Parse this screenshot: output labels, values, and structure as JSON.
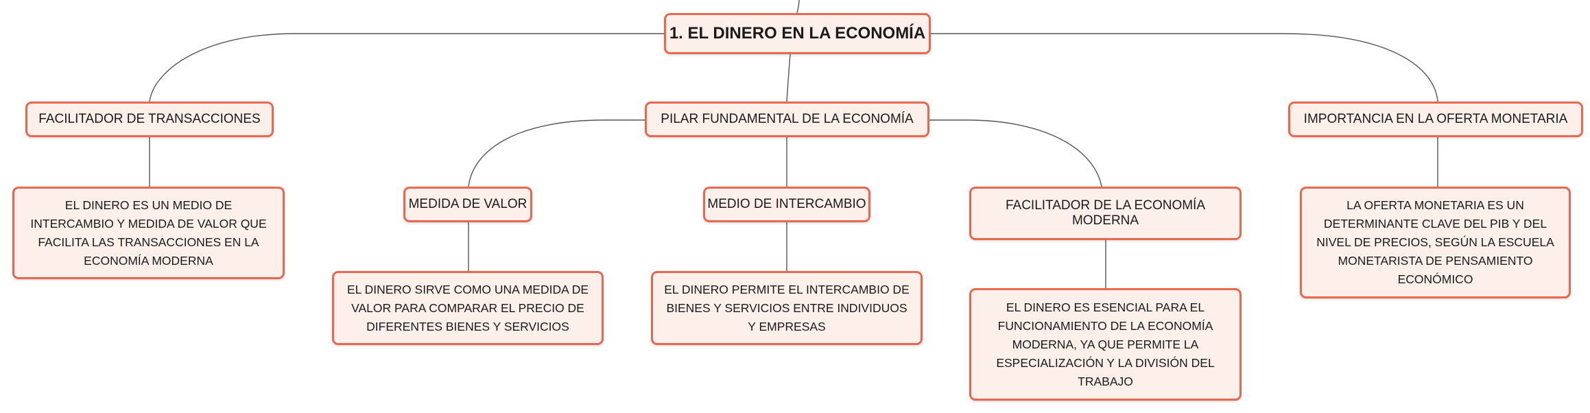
{
  "colors": {
    "node_border": "#e8674f",
    "node_fill": "#fdf0ea",
    "connector": "#555555"
  },
  "root": {
    "label": "1. EL DINERO EN LA ECONOMÍA"
  },
  "branches": {
    "transacciones": {
      "label": "FACILITADOR DE TRANSACCIONES",
      "detail": "EL DINERO ES UN MEDIO DE INTERCAMBIO Y MEDIDA DE VALOR QUE FACILITA LAS TRANSACCIONES EN LA ECONOMÍA MODERNA"
    },
    "pilar": {
      "label": "PILAR FUNDAMENTAL DE LA ECONOMÍA",
      "children": {
        "medida": {
          "label": "MEDIDA DE VALOR",
          "detail": "EL DINERO SIRVE COMO UNA MEDIDA DE VALOR PARA COMPARAR EL PRECIO DE DIFERENTES BIENES Y SERVICIOS"
        },
        "intercambio": {
          "label": "MEDIO DE INTERCAMBIO",
          "detail": "EL DINERO PERMITE EL INTERCAMBIO DE BIENES Y SERVICIOS ENTRE INDIVIDUOS Y EMPRESAS"
        },
        "moderna": {
          "label": "FACILITADOR DE LA ECONOMÍA MODERNA",
          "detail": "EL DINERO ES ESENCIAL PARA EL FUNCIONAMIENTO DE LA ECONOMÍA MODERNA, YA QUE PERMITE LA ESPECIALIZACIÓN Y LA DIVISIÓN DEL TRABAJO"
        }
      }
    },
    "oferta": {
      "label": "IMPORTANCIA EN LA OFERTA MONETARIA",
      "detail": "LA OFERTA MONETARIA ES UN DETERMINANTE CLAVE DEL PIB Y DEL NIVEL DE PRECIOS, SEGÚN LA ESCUELA MONETARISTA DE PENSAMIENTO ECONÓMICO"
    }
  }
}
